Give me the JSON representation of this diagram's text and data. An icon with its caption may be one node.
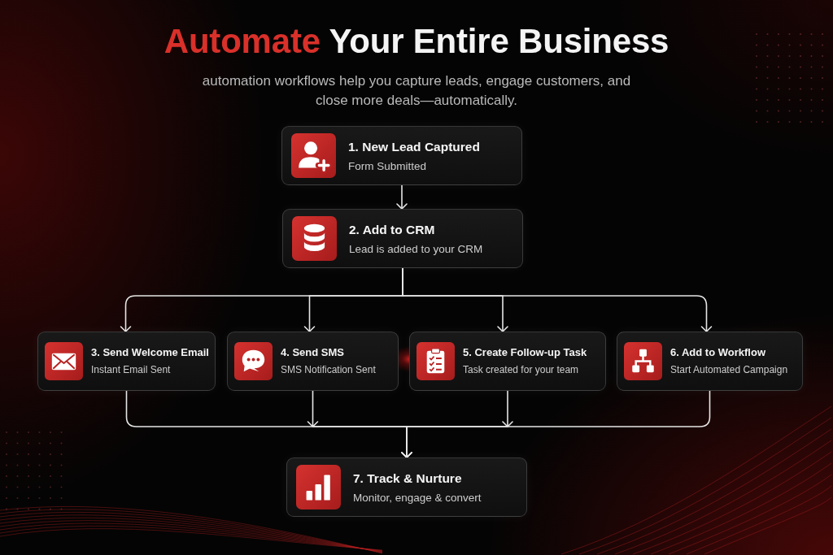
{
  "diagram": {
    "title": "Automate Your Entire Business",
    "nodes": [
      {
        "text": [
          "1. New Lead Captured",
          "Form Submitted"
        ]
      },
      {
        "text": [
          "2. Add to CRM",
          "Lead is added to your CRM"
        ]
      },
      {
        "text": [
          "3. Send Welcome Email",
          "Instant Email Sent"
        ]
      },
      {
        "text": [
          "4. Send SMS",
          "SMS Notification Sent"
        ]
      },
      {
        "text": [
          "5. Create Follow-up Task",
          "Task created for your team"
        ]
      },
      {
        "text": [
          "6. Add to Workflow",
          "Start Automated Campaign"
        ]
      },
      {
        "text": [
          "7. Track & Nurture",
          "Monitor, engage & convert"
        ]
      }
    ],
    "edges": [
      {
        "from": 0,
        "to": 1,
        "arrow": "to"
      },
      {
        "from": 1,
        "to": 2,
        "arrow": "to"
      },
      {
        "from": 1,
        "to": 3,
        "arrow": "to"
      },
      {
        "from": 1,
        "to": 4,
        "arrow": "to"
      },
      {
        "from": 1,
        "to": 5,
        "arrow": "to"
      },
      {
        "from": 2,
        "to": 6,
        "arrow": "to"
      },
      {
        "from": 3,
        "to": 6,
        "arrow": "to"
      },
      {
        "from": 4,
        "to": 6,
        "arrow": "to"
      },
      {
        "from": 5,
        "to": 6,
        "arrow": "to"
      }
    ],
    "labels": [
      "automation workflows help you capture leads, engage customers, and close more deals—automatically."
    ]
  }
}
